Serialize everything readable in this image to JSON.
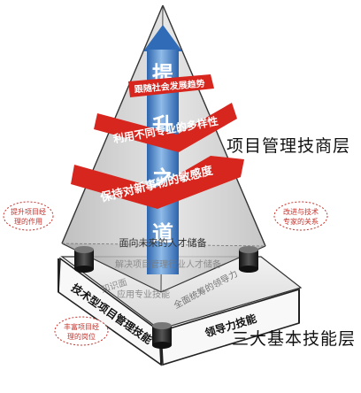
{
  "layers": {
    "upper": "项目管理技商层",
    "lower": "三大基本技能层"
  },
  "pillar_text": [
    "提",
    "升",
    "之",
    "道"
  ],
  "ribbons": [
    "跟随社会发展趋势",
    "利用不同专业的多样性",
    "保持对新事物的敏感度"
  ],
  "base_sides": {
    "left": "技术型项目管理技能",
    "right": "领导力技能"
  },
  "inner_text": {
    "line1": "面向未来的人才储备",
    "line2": "解决项目管理行业人才储备",
    "line3": "知识面",
    "line4": "应用专业技能",
    "line5": "全面统筹的领导力"
  },
  "callouts": {
    "left_top": [
      "提升项目经",
      "理的作用"
    ],
    "right_top": [
      "改进与技术",
      "专家的关系"
    ],
    "left_bottom": [
      "丰富项目经",
      "理的岗位"
    ]
  },
  "colors": {
    "ribbon": "#d7261e",
    "pillar": "#3a78c2",
    "callout": "#c8322b"
  }
}
